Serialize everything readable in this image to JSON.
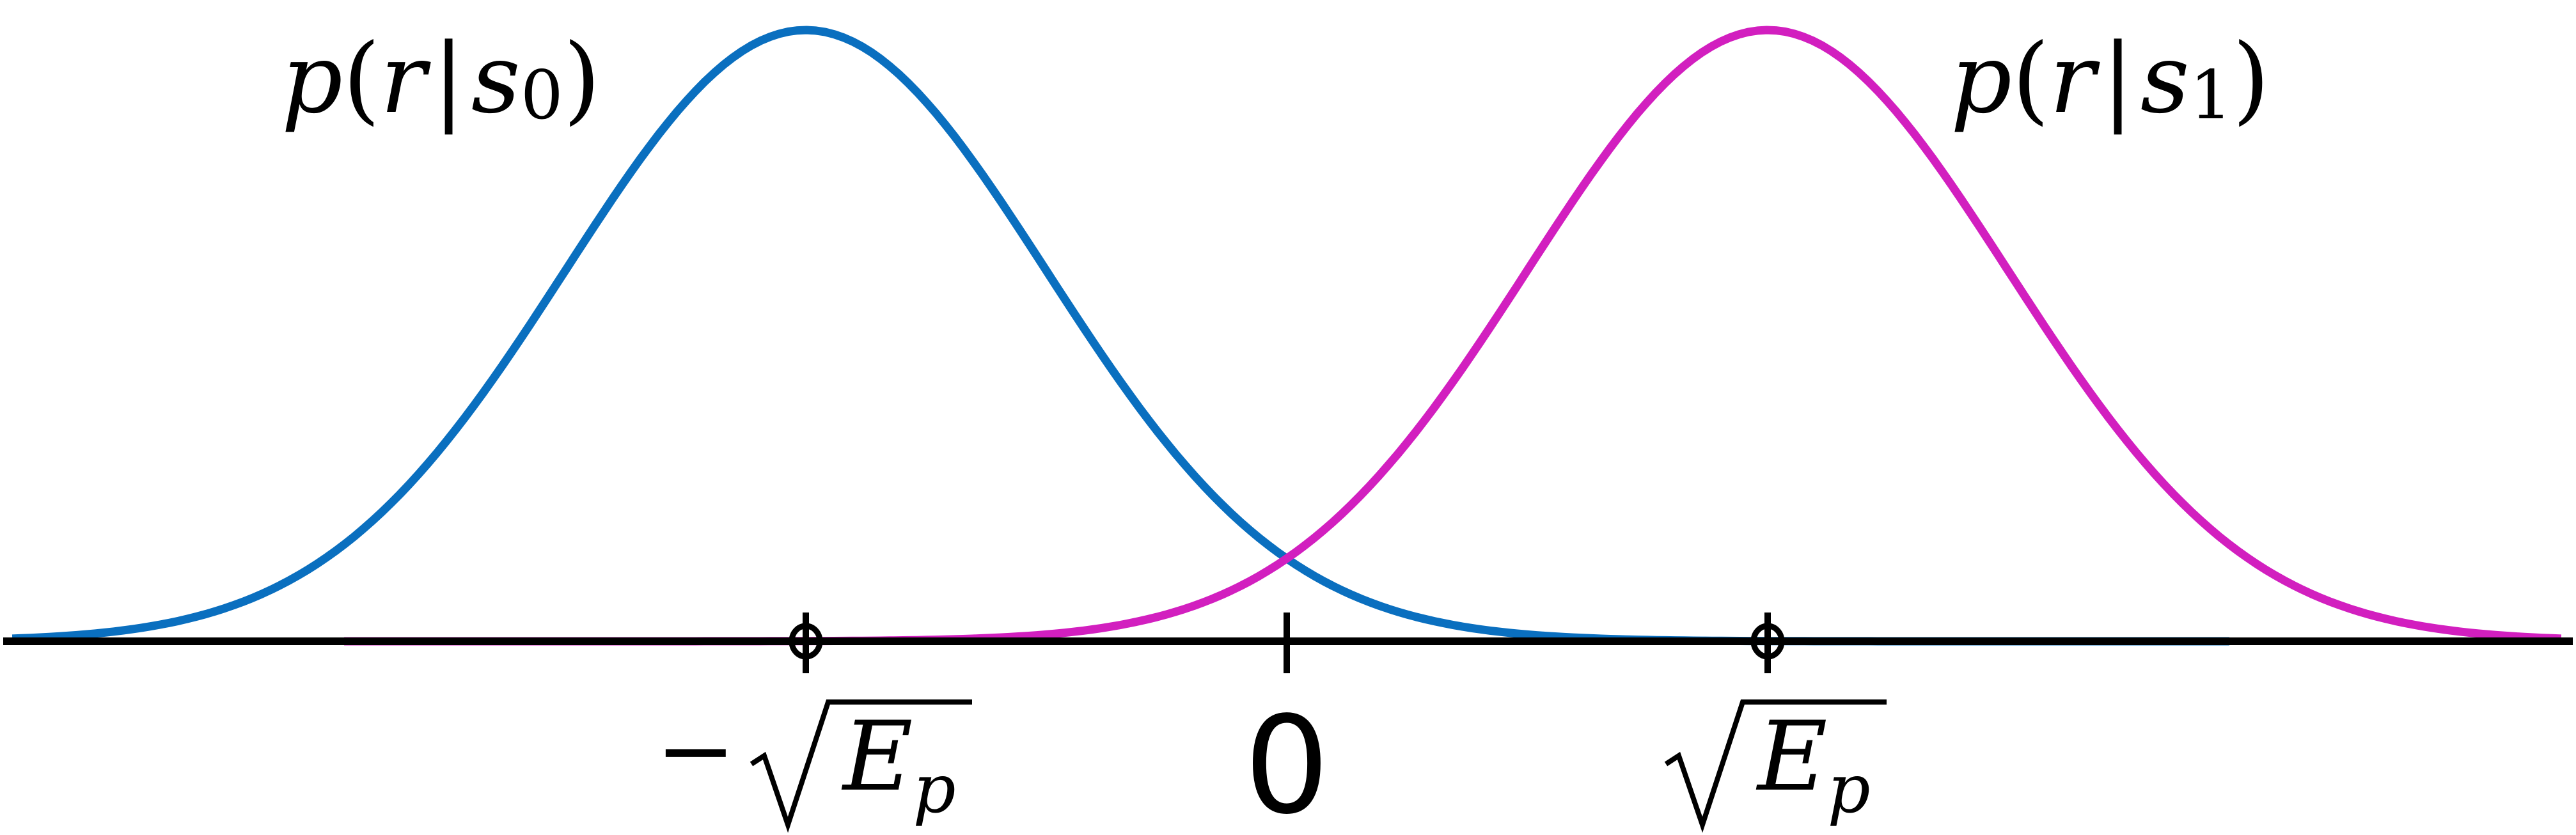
{
  "chart_data": {
    "type": "line",
    "title": "",
    "xlabel": "",
    "ylabel": "",
    "xlim": [
      -2.7,
      2.7
    ],
    "ylim": [
      0,
      1
    ],
    "grid": false,
    "legend": "none",
    "x_ticks": [
      {
        "value": -1,
        "label_prefix": "−",
        "radical_base": "E",
        "radical_sub": "p"
      },
      {
        "value": 0,
        "label": "0"
      },
      {
        "value": 1,
        "label_prefix": "",
        "radical_base": "E",
        "radical_sub": "p"
      }
    ],
    "series": [
      {
        "label_parts": {
          "fn": "p",
          "open": "(",
          "arg": "r",
          "bar": "|",
          "sym": "s",
          "sub": "0",
          "close": ")"
        },
        "color": "#0a6fbf",
        "mean": -1,
        "std": 0.5,
        "peak": 1,
        "x_range": [
          -2.65,
          1.96
        ]
      },
      {
        "label_parts": {
          "fn": "p",
          "open": "(",
          "arg": "r",
          "bar": "|",
          "sym": "s",
          "sub": "1",
          "close": ")"
        },
        "color": "#d21fbf",
        "mean": 1,
        "std": 0.5,
        "peak": 1,
        "x_range": [
          -1.96,
          2.65
        ]
      }
    ],
    "axis_color": "#000000"
  }
}
